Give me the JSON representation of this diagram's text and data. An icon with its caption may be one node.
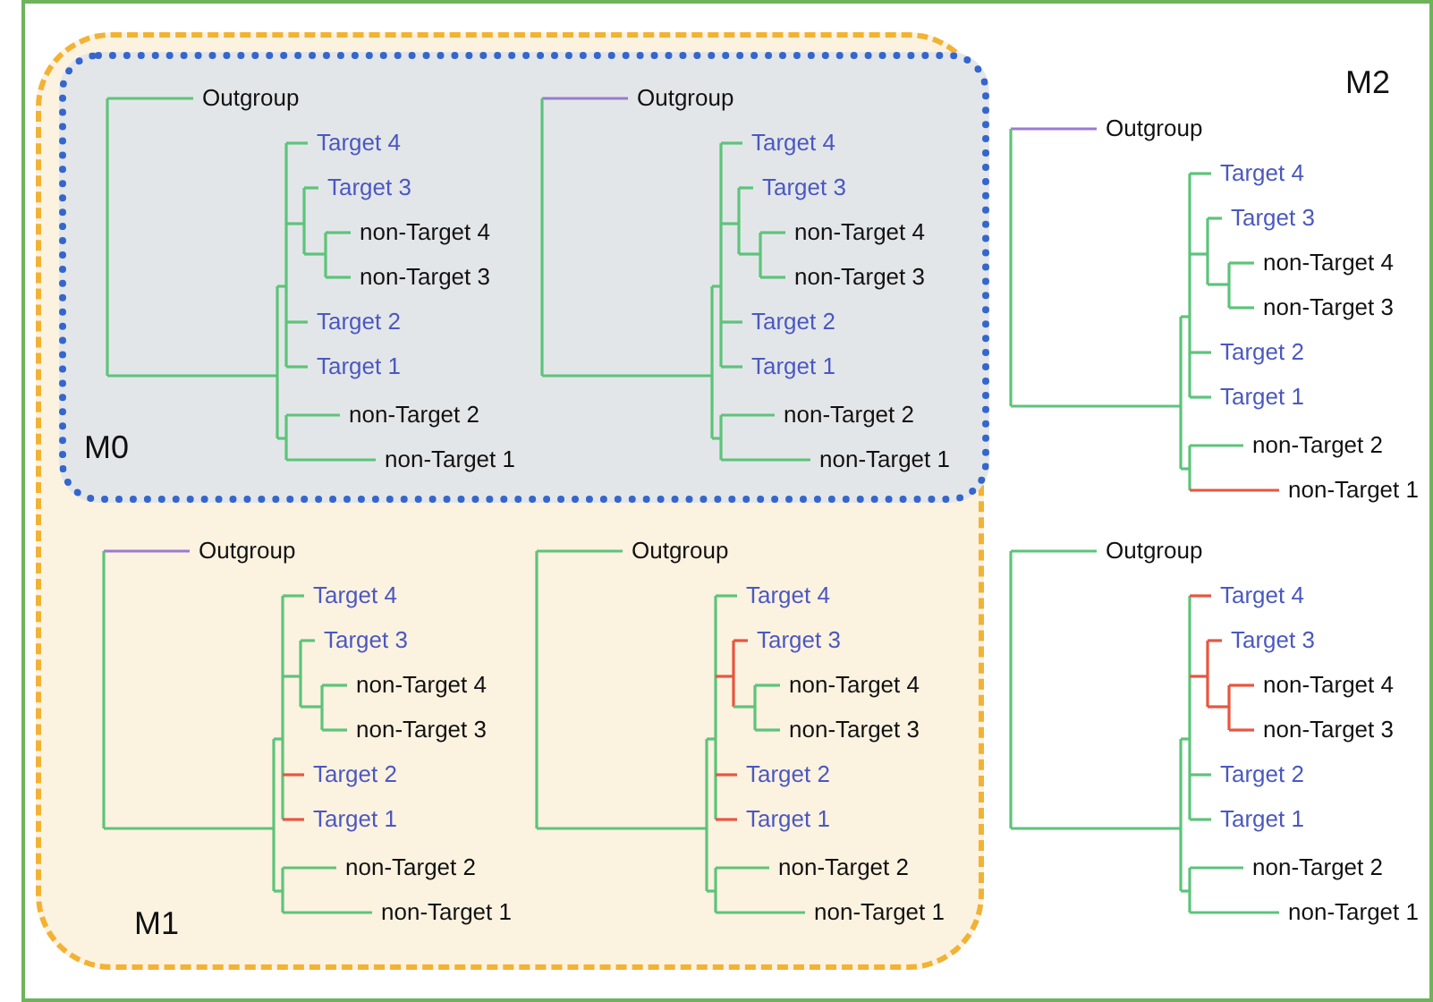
{
  "diagram": {
    "nodes": [
      {
        "text": [
          "M2"
        ]
      },
      {
        "text": [
          "M1"
        ],
        "in": 0
      },
      {
        "text": [
          "M0"
        ],
        "in": 1
      }
    ],
    "labels": [
      "Outgroup",
      "Target 4",
      "Target 3",
      "non-Target 4",
      "non-Target 3",
      "Target 2",
      "Target 1",
      "non-Target 2",
      "non-Target 1",
      "Outgroup",
      "Target 4",
      "Target 3",
      "non-Target 4",
      "non-Target 3",
      "Target 2",
      "Target 1",
      "non-Target 2",
      "non-Target 1",
      "Outgroup",
      "Target 4",
      "Target 3",
      "non-Target 4",
      "non-Target 3",
      "Target 2",
      "Target 1",
      "non-Target 2",
      "non-Target 1",
      "Outgroup",
      "Target 4",
      "Target 3",
      "non-Target 4",
      "non-Target 3",
      "Target 2",
      "Target 1",
      "non-Target 2",
      "non-Target 1",
      "Outgroup",
      "Target 4",
      "Target 3",
      "non-Target 4",
      "non-Target 3",
      "Target 2",
      "Target 1",
      "non-Target 2",
      "non-Target 1",
      "Outgroup",
      "Target 4",
      "Target 3",
      "non-Target 4",
      "non-Target 3",
      "Target 2",
      "Target 1",
      "non-Target 2",
      "non-Target 1"
    ]
  }
}
